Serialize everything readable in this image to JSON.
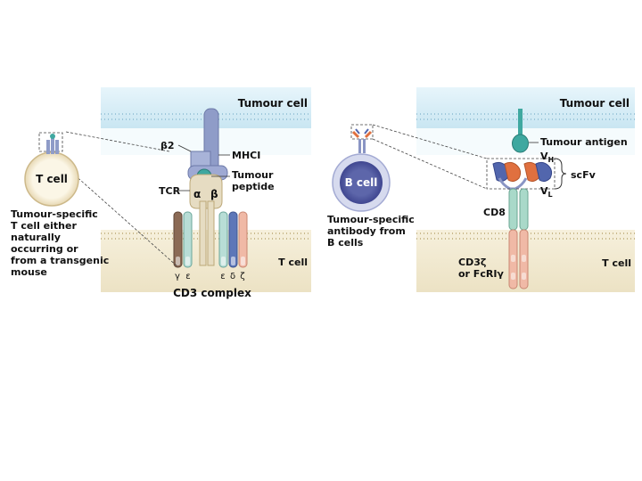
{
  "left_panel": {
    "membrane_top_label": "Tumour cell",
    "membrane_bottom_label": "T cell",
    "mhc_beta2_label": "β2",
    "mhc_label": "MHCI",
    "peptide_label_line1": "Tumour",
    "peptide_label_line2": "peptide",
    "tcr_label": "TCR",
    "alpha_label": "α",
    "beta_label": "β",
    "cd3_subunits": [
      "γ",
      "ε",
      "ε",
      "δ",
      "ζ"
    ],
    "cd3_label": "CD3 complex",
    "cell_label": "T cell",
    "description": [
      "Tumour-specific",
      "T cell either",
      "naturally",
      "occurring or",
      "from a transgenic",
      "mouse"
    ]
  },
  "right_panel": {
    "membrane_top_label": "Tumour cell",
    "membrane_bottom_label": "T cell",
    "antigen_label": "Tumour antigen",
    "vh_label": "V",
    "vh_sub": "H",
    "vl_label": "V",
    "vl_sub": "L",
    "scfv_label": "scFv",
    "cd8_label": "CD8",
    "signal_label_line1": "CD3ζ",
    "signal_label_line2": "or FcRIγ",
    "cell_label": "B cell",
    "description": [
      "Tumour-specific",
      "antibody from",
      "B cells"
    ]
  },
  "colors": {
    "membrane_top": "#cfe9f4",
    "membrane_bottom": "#f1ead3",
    "mhc": "#8f9cc8",
    "tcr": "#e6dcc2",
    "peptide": "#3fa8a0",
    "cd8": "#a9d9c9",
    "signal": "#f0b9a6",
    "scfv_heavy": "#e0703f",
    "scfv_light": "#5266ad",
    "bcell": "#5a63a6"
  }
}
